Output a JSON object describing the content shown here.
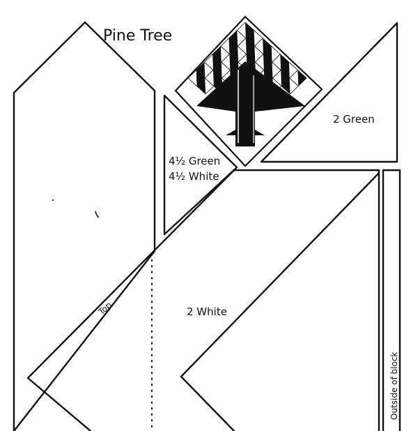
{
  "title": "Pine Tree",
  "labels": {
    "small_triangles": [
      "4½ Green",
      "4½ White"
    ],
    "green_triangle": "2 Green",
    "white_triangle": "2 White",
    "top_marker": "Top",
    "outside_marker": "Outside of block"
  },
  "block_thumbnail": {
    "grid": 7,
    "dark": "#111111",
    "light": "#ffffff"
  }
}
